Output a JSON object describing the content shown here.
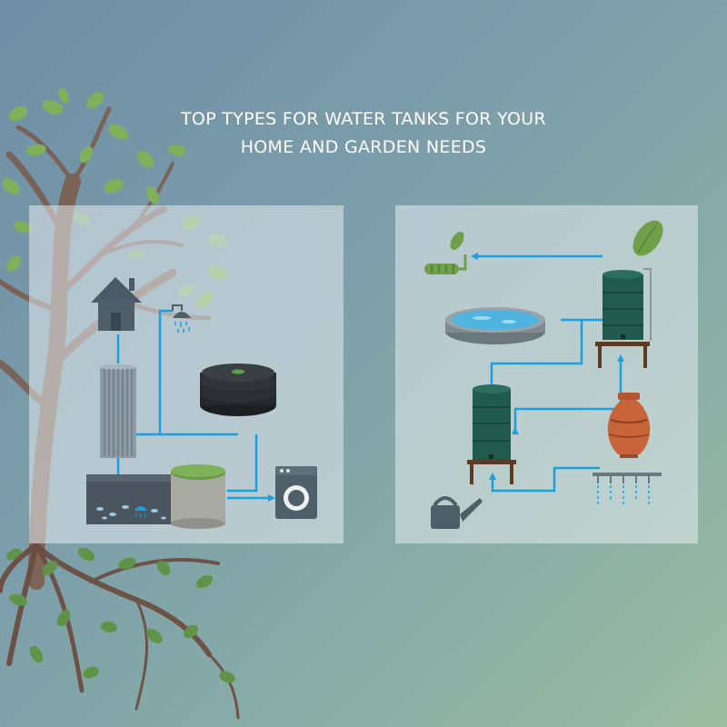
{
  "title": {
    "line1": "TOP TYPES FOR WATER TANKS FOR YOUR",
    "line2": "HOME AND GARDEN NEEDS"
  },
  "colors": {
    "background": "#7c9eaa",
    "panel": "#dfe6ec",
    "pipe": "#1aa0e0",
    "tank_green": "#1f5a4d",
    "leaf_green": "#7fb05a",
    "terracotta": "#c8643a",
    "slate": "#4f5f69"
  },
  "left_panel": {
    "items": [
      "house-icon",
      "shower-icon",
      "slim-corrugated-tank",
      "stacked-poly-tank",
      "underground-tank",
      "concrete-round-tank",
      "washing-machine-icon"
    ]
  },
  "right_panel": {
    "items": [
      "garden-hose-icon",
      "tall-green-tank",
      "above-ground-pool",
      "short-green-tank",
      "clay-urn",
      "drip-irrigation",
      "watering-can-icon"
    ]
  }
}
